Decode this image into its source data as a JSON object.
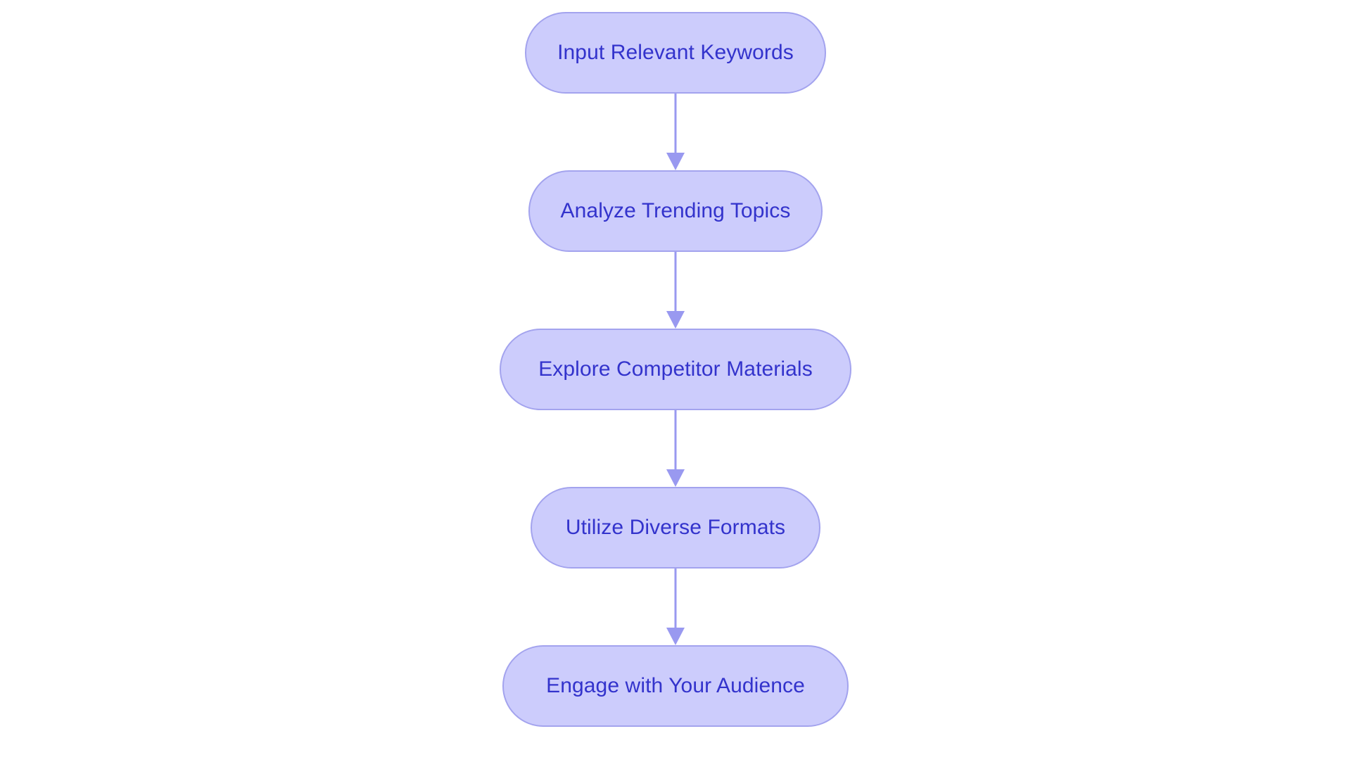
{
  "diagram": {
    "type": "flowchart",
    "orientation": "vertical-top-to-bottom",
    "background_color": "#ffffff",
    "node_fill_color": "#ccccfc",
    "node_border_color": "#a3a3ee",
    "node_text_color": "#3333cc",
    "connector_color": "#9999f0",
    "node_shape": "pill",
    "nodes": [
      {
        "id": "node-1",
        "label": "Input Relevant Keywords",
        "step": 1
      },
      {
        "id": "node-2",
        "label": "Analyze Trending Topics",
        "step": 2
      },
      {
        "id": "node-3",
        "label": "Explore Competitor Materials",
        "step": 3
      },
      {
        "id": "node-4",
        "label": "Utilize Diverse Formats",
        "step": 4
      },
      {
        "id": "node-5",
        "label": "Engage with Your Audience",
        "step": 5
      }
    ],
    "edges": [
      {
        "id": "edge-1",
        "from": "node-1",
        "to": "node-2",
        "arrow": "down-arrowhead"
      },
      {
        "id": "edge-2",
        "from": "node-2",
        "to": "node-3",
        "arrow": "down-arrowhead"
      },
      {
        "id": "edge-3",
        "from": "node-3",
        "to": "node-4",
        "arrow": "down-arrowhead"
      },
      {
        "id": "edge-4",
        "from": "node-4",
        "to": "node-5",
        "arrow": "down-arrowhead"
      }
    ]
  }
}
